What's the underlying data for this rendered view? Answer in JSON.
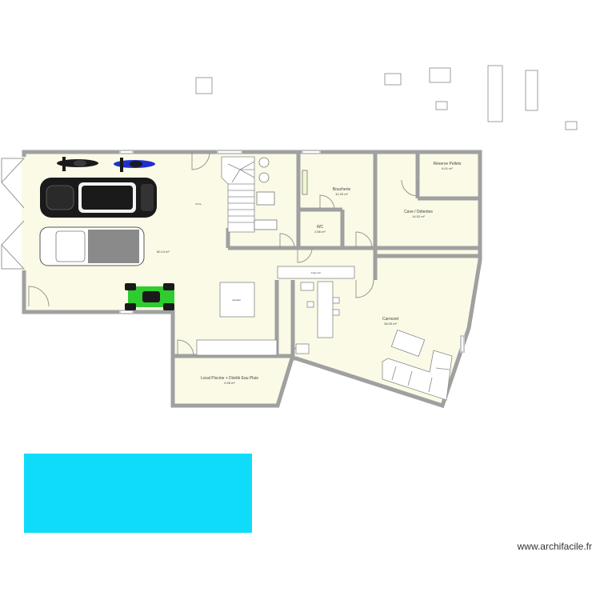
{
  "colors": {
    "floor": "#fafae6",
    "wall": "#a0a0a0",
    "pool": "#0fdcf8",
    "vehicle_dark": "#1a1a1a",
    "quad": "#2ecc2e",
    "moto_blue": "#1f2fd0"
  },
  "rooms": {
    "garage": {
      "area": "80.13 m²"
    },
    "reserve": {
      "name": "Réserve Pellets",
      "area": "6.01 m²"
    },
    "boucherie": {
      "name": "Boucherie",
      "area": "10.25 m²"
    },
    "wc": {
      "name": "WC",
      "area": "2.66 m²"
    },
    "cave": {
      "name": "Cave / Détentes",
      "area": "14.02 m²"
    },
    "carnozet": {
      "name": "Carnozet",
      "area": "38.09 m²"
    },
    "local": {
      "name": "Local Piscine + Distrib Eau Pluie",
      "area": "9.26 m²"
    }
  },
  "small_labels": {
    "center_box": "Escalier",
    "bar": "Frigo bar",
    "garage_note": "Porte"
  },
  "icons": [
    "car-icon",
    "pickup-icon",
    "motorbike-icon",
    "quad-icon",
    "sofa-icon",
    "stairs-icon",
    "pool-icon",
    "door-icon",
    "table-icon"
  ],
  "watermark": "www.archifacile.fr"
}
